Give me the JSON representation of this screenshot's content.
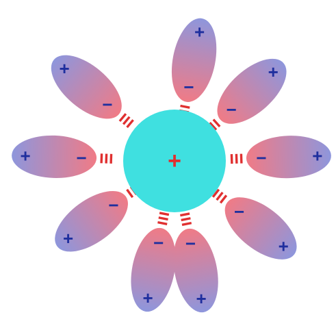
{
  "diagram": {
    "center_ion": {
      "charge": "+",
      "fill": "#3fe0e0",
      "charge_color": "#e03030"
    },
    "dipole": {
      "positive_color": "#8e96dc",
      "negative_color": "#f07b86",
      "bond_color": "#e03030",
      "positive_symbol": "+",
      "negative_symbol": "−",
      "symbol_color": "#1f2f9e",
      "negative_symbol_color_top": "#1f2f9e"
    },
    "molecules": [
      {
        "id": "water-molecule-1",
        "neg_end": "−",
        "pos_end": "+"
      },
      {
        "id": "water-molecule-2",
        "neg_end": "−",
        "pos_end": "+"
      },
      {
        "id": "water-molecule-3",
        "neg_end": "−",
        "pos_end": "+"
      },
      {
        "id": "water-molecule-4",
        "neg_end": "−",
        "pos_end": "+"
      },
      {
        "id": "water-molecule-5",
        "neg_end": "−",
        "pos_end": "+"
      },
      {
        "id": "water-molecule-6",
        "neg_end": "−",
        "pos_end": "+"
      },
      {
        "id": "water-molecule-7",
        "neg_end": "−",
        "pos_end": "+"
      },
      {
        "id": "water-molecule-8",
        "neg_end": "−",
        "pos_end": "+"
      },
      {
        "id": "water-molecule-9",
        "neg_end": "−",
        "pos_end": "+"
      }
    ]
  }
}
